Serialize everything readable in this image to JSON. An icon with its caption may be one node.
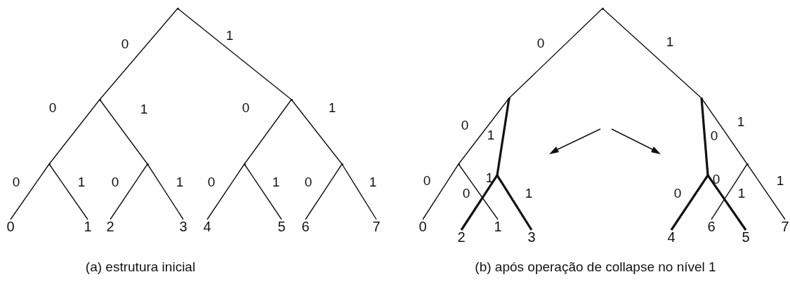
{
  "diagram": {
    "nodes": [
      {
        "text": [],
        "shape": "point"
      },
      {
        "text": [],
        "shape": "point"
      },
      {
        "text": [],
        "shape": "point"
      },
      {
        "text": [],
        "shape": "point"
      },
      {
        "text": [],
        "shape": "point"
      },
      {
        "text": [],
        "shape": "point"
      },
      {
        "text": [],
        "shape": "point"
      },
      {
        "text": [
          "0"
        ]
      },
      {
        "text": [
          "1"
        ]
      },
      {
        "text": [
          "2"
        ]
      },
      {
        "text": [
          "3"
        ]
      },
      {
        "text": [
          "4"
        ]
      },
      {
        "text": [
          "5"
        ]
      },
      {
        "text": [
          "6"
        ]
      },
      {
        "text": [
          "7"
        ]
      },
      {
        "text": [],
        "shape": "point"
      },
      {
        "text": [],
        "shape": "point"
      },
      {
        "text": [],
        "shape": "point"
      },
      {
        "text": [],
        "shape": "point"
      },
      {
        "text": [],
        "shape": "point"
      },
      {
        "text": [],
        "shape": "point"
      },
      {
        "text": [],
        "shape": "point"
      },
      {
        "text": [
          "0"
        ]
      },
      {
        "text": [
          "2"
        ]
      },
      {
        "text": [
          "1"
        ]
      },
      {
        "text": [
          "3"
        ]
      },
      {
        "text": [
          "4"
        ]
      },
      {
        "text": [
          "6"
        ]
      },
      {
        "text": [
          "5"
        ]
      },
      {
        "text": [
          "7"
        ]
      }
    ],
    "edges": [
      {
        "from": 0,
        "to": 1,
        "arrow": "none",
        "label": "0"
      },
      {
        "from": 0,
        "to": 2,
        "arrow": "none",
        "label": "1"
      },
      {
        "from": 1,
        "to": 3,
        "arrow": "none",
        "label": "0"
      },
      {
        "from": 1,
        "to": 4,
        "arrow": "none",
        "label": "1"
      },
      {
        "from": 2,
        "to": 5,
        "arrow": "none",
        "label": "0"
      },
      {
        "from": 2,
        "to": 6,
        "arrow": "none",
        "label": "1"
      },
      {
        "from": 3,
        "to": 7,
        "arrow": "none",
        "label": "0"
      },
      {
        "from": 3,
        "to": 8,
        "arrow": "none",
        "label": "1"
      },
      {
        "from": 4,
        "to": 9,
        "arrow": "none",
        "label": "0"
      },
      {
        "from": 4,
        "to": 10,
        "arrow": "none",
        "label": "1"
      },
      {
        "from": 5,
        "to": 11,
        "arrow": "none",
        "label": "0"
      },
      {
        "from": 5,
        "to": 12,
        "arrow": "none",
        "label": "1"
      },
      {
        "from": 6,
        "to": 13,
        "arrow": "none",
        "label": "0"
      },
      {
        "from": 6,
        "to": 14,
        "arrow": "none",
        "label": "1"
      },
      {
        "from": 15,
        "to": 16,
        "arrow": "none",
        "label": "0"
      },
      {
        "from": 15,
        "to": 17,
        "arrow": "none",
        "label": "1"
      },
      {
        "from": 16,
        "to": 18,
        "arrow": "none",
        "label": "0"
      },
      {
        "from": 16,
        "to": 19,
        "arrow": "none",
        "label": "1",
        "style": "thick"
      },
      {
        "from": 18,
        "to": 22,
        "arrow": "none",
        "label": "0"
      },
      {
        "from": 18,
        "to": 24,
        "arrow": "none",
        "label": "0"
      },
      {
        "from": 19,
        "to": 23,
        "arrow": "none",
        "label": "1",
        "style": "thick"
      },
      {
        "from": 19,
        "to": 25,
        "arrow": "none",
        "label": "1",
        "style": "thick"
      },
      {
        "from": 17,
        "to": 20,
        "arrow": "none",
        "label": "0",
        "style": "thick"
      },
      {
        "from": 17,
        "to": 21,
        "arrow": "none",
        "label": "1"
      },
      {
        "from": 20,
        "to": 26,
        "arrow": "none",
        "label": "0",
        "style": "thick"
      },
      {
        "from": 20,
        "to": 28,
        "arrow": "none",
        "label": "0",
        "style": "thick"
      },
      {
        "from": 21,
        "to": 27,
        "arrow": "none",
        "label": "1"
      },
      {
        "from": 21,
        "to": 29,
        "arrow": "none",
        "label": "1"
      }
    ],
    "labels": [
      "(a) estrutura inicial",
      "(b) após operação de collapse no nível 1"
    ]
  }
}
